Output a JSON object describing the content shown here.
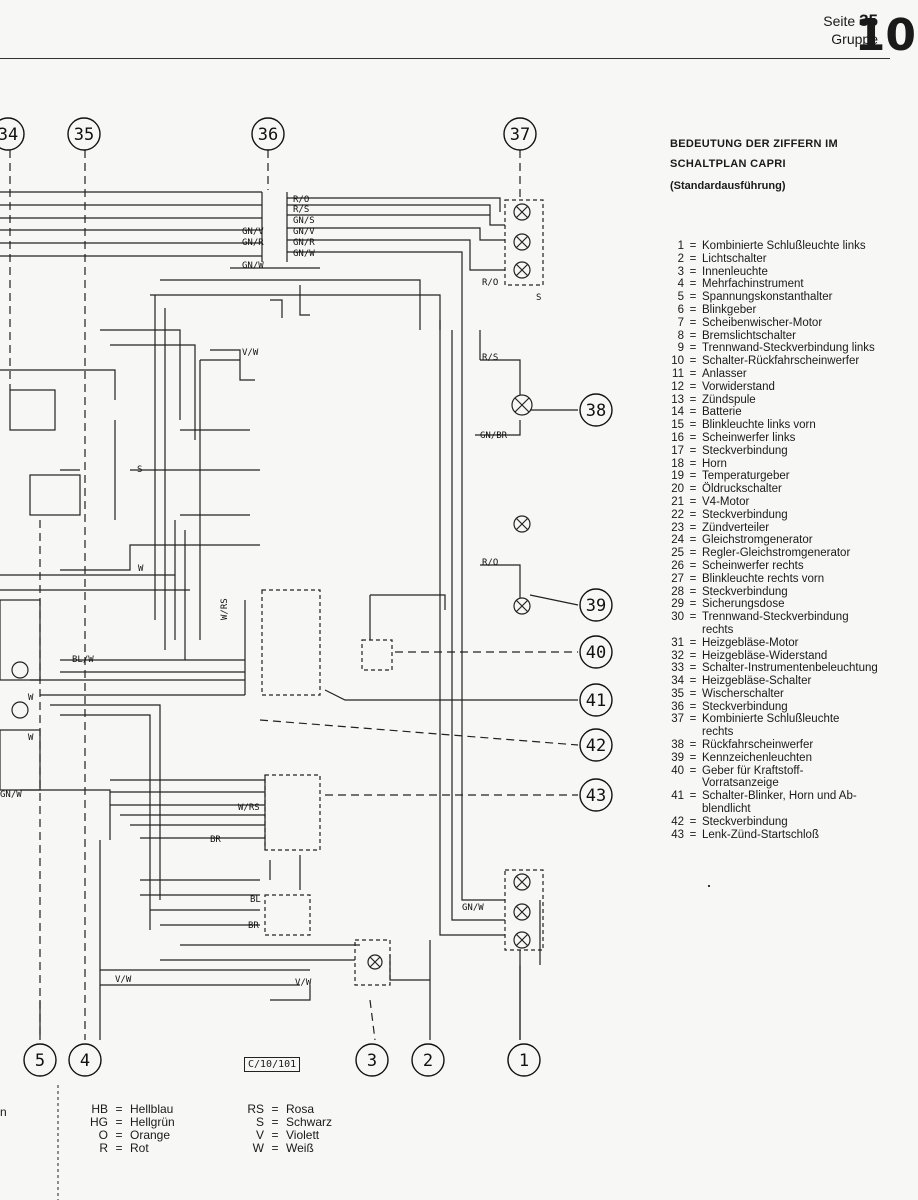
{
  "header": {
    "seite_label": "Seite",
    "page_number": "35",
    "gruppe_label": "Gruppe",
    "group_number": "10"
  },
  "legend": {
    "title_line1": "BEDEUTUNG DER ZIFFERN IM",
    "title_line2": "SCHALTPLAN CAPRI",
    "subtitle": "(Standardausführung)",
    "items": [
      {
        "num": "1",
        "text": "Kombinierte Schlußleuchte links"
      },
      {
        "num": "2",
        "text": "Lichtschalter"
      },
      {
        "num": "3",
        "text": "Innenleuchte"
      },
      {
        "num": "4",
        "text": "Mehrfachinstrument"
      },
      {
        "num": "5",
        "text": "Spannungskonstanthalter"
      },
      {
        "num": "6",
        "text": "Blinkgeber"
      },
      {
        "num": "7",
        "text": "Scheibenwischer-Motor"
      },
      {
        "num": "8",
        "text": "Bremslichtschalter"
      },
      {
        "num": "9",
        "text": "Trennwand-Steckverbindung links"
      },
      {
        "num": "10",
        "text": "Schalter-Rückfahrscheinwerfer"
      },
      {
        "num": "11",
        "text": "Anlasser"
      },
      {
        "num": "12",
        "text": "Vorwiderstand"
      },
      {
        "num": "13",
        "text": "Zündspule"
      },
      {
        "num": "14",
        "text": "Batterie"
      },
      {
        "num": "15",
        "text": "Blinkleuchte links vorn"
      },
      {
        "num": "16",
        "text": "Scheinwerfer links"
      },
      {
        "num": "17",
        "text": "Steckverbindung"
      },
      {
        "num": "18",
        "text": "Horn"
      },
      {
        "num": "19",
        "text": "Temperaturgeber"
      },
      {
        "num": "20",
        "text": "Öldruckschalter"
      },
      {
        "num": "21",
        "text": "V4-Motor"
      },
      {
        "num": "22",
        "text": "Steckverbindung"
      },
      {
        "num": "23",
        "text": "Zündverteiler"
      },
      {
        "num": "24",
        "text": "Gleichstromgenerator"
      },
      {
        "num": "25",
        "text": "Regler-Gleichstromgenerator"
      },
      {
        "num": "26",
        "text": "Scheinwerfer rechts"
      },
      {
        "num": "27",
        "text": "Blinkleuchte rechts vorn"
      },
      {
        "num": "28",
        "text": "Steckverbindung"
      },
      {
        "num": "29",
        "text": "Sicherungsdose"
      },
      {
        "num": "30",
        "text": "Trennwand-Steckverbindung"
      },
      {
        "num": "",
        "text": "rechts"
      },
      {
        "num": "31",
        "text": "Heizgebläse-Motor"
      },
      {
        "num": "32",
        "text": "Heizgebläse-Widerstand"
      },
      {
        "num": "33",
        "text": "Schalter-Instrumentenbeleuchtung"
      },
      {
        "num": "34",
        "text": "Heizgebläse-Schalter"
      },
      {
        "num": "35",
        "text": "Wischerschalter"
      },
      {
        "num": "36",
        "text": "Steckverbindung"
      },
      {
        "num": "37",
        "text": "Kombinierte Schlußleuchte"
      },
      {
        "num": "",
        "text": "rechts"
      },
      {
        "num": "38",
        "text": "Rückfahrscheinwerfer"
      },
      {
        "num": "39",
        "text": "Kennzeichenleuchten"
      },
      {
        "num": "40",
        "text": "Geber für Kraftstoff-"
      },
      {
        "num": "",
        "text": "Vorratsanzeige"
      },
      {
        "num": "41",
        "text": "Schalter-Blinker, Horn und Ab-"
      },
      {
        "num": "",
        "text": "blendlicht"
      },
      {
        "num": "42",
        "text": "Steckverbindung"
      },
      {
        "num": "43",
        "text": "Lenk-Zünd-Startschloß"
      }
    ]
  },
  "colors_left": [
    {
      "abbr": "HB",
      "name": "Hellblau"
    },
    {
      "abbr": "HG",
      "name": "Hellgrün"
    },
    {
      "abbr": "O",
      "name": "Orange"
    },
    {
      "abbr": "R",
      "name": "Rot"
    }
  ],
  "colors_right": [
    {
      "abbr": "RS",
      "name": "Rosa"
    },
    {
      "abbr": "S",
      "name": "Schwarz"
    },
    {
      "abbr": "V",
      "name": "Violett"
    },
    {
      "abbr": "W",
      "name": "Weiß"
    }
  ],
  "partial_text": "n",
  "drawing_code": "C/10/101",
  "wire_labels": {
    "ro": "R/O",
    "rs": "R/S",
    "gns": "GN/S",
    "gnv": "GN/V",
    "gnr": "GN/R",
    "gnw": "GN/W",
    "s": "S",
    "w": "W",
    "vw": "V/W",
    "blw": "BL/W",
    "wrs": "W/RS",
    "br": "BR",
    "bl": "BL",
    "gnbr": "GN/BR"
  },
  "callouts": {
    "c34": "34",
    "c35": "35",
    "c36": "36",
    "c37": "37",
    "c38": "38",
    "c39": "39",
    "c40": "40",
    "c41": "41",
    "c42": "42",
    "c43": "43",
    "c5": "5",
    "c4": "4",
    "c3": "3",
    "c2": "2",
    "c1": "1"
  }
}
